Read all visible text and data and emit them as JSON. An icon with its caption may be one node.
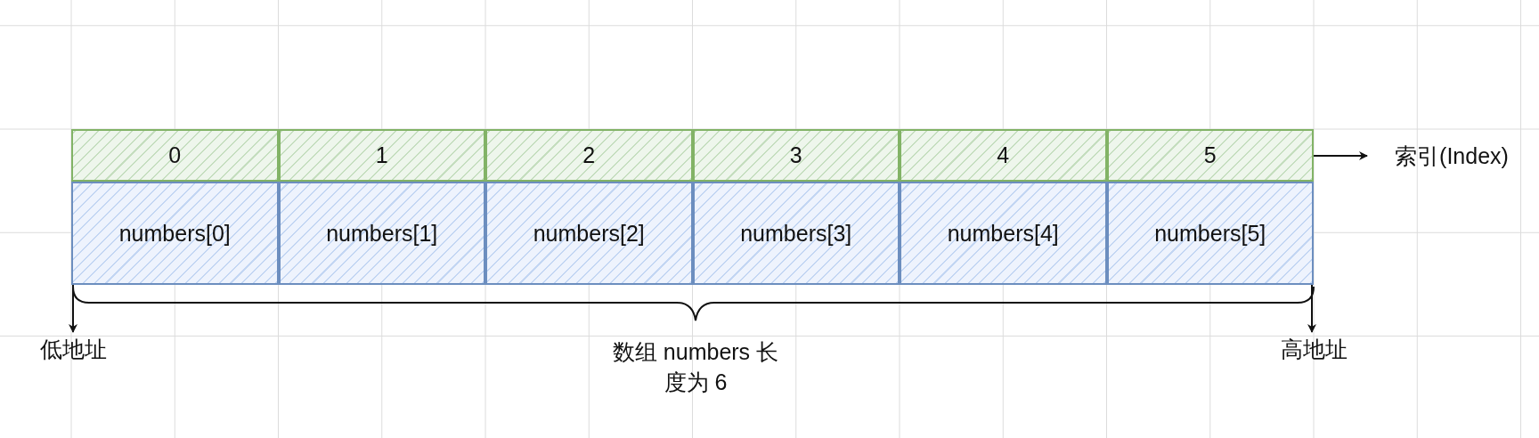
{
  "diagram": {
    "nodes": [
      {
        "text": [
          "0"
        ]
      },
      {
        "text": [
          "1"
        ]
      },
      {
        "text": [
          "2"
        ]
      },
      {
        "text": [
          "3"
        ]
      },
      {
        "text": [
          "4"
        ]
      },
      {
        "text": [
          "5"
        ]
      },
      {
        "text": [
          "numbers[0]"
        ]
      },
      {
        "text": [
          "numbers[1]"
        ]
      },
      {
        "text": [
          "numbers[2]"
        ]
      },
      {
        "text": [
          "numbers[3]"
        ]
      },
      {
        "text": [
          "numbers[4]"
        ]
      },
      {
        "text": [
          "numbers[5]"
        ]
      },
      {
        "text": [
          "索引(Index)"
        ]
      },
      {
        "text": [
          "低地址"
        ]
      },
      {
        "text": [
          "高地址"
        ]
      }
    ],
    "edges": [
      {
        "from": 5,
        "to": 12,
        "arrow": "to"
      },
      {
        "from": 6,
        "to": 13,
        "arrow": "to"
      },
      {
        "from": 11,
        "to": 14,
        "arrow": "to"
      }
    ],
    "labels": [
      "数组 numbers 长度为 6"
    ]
  }
}
